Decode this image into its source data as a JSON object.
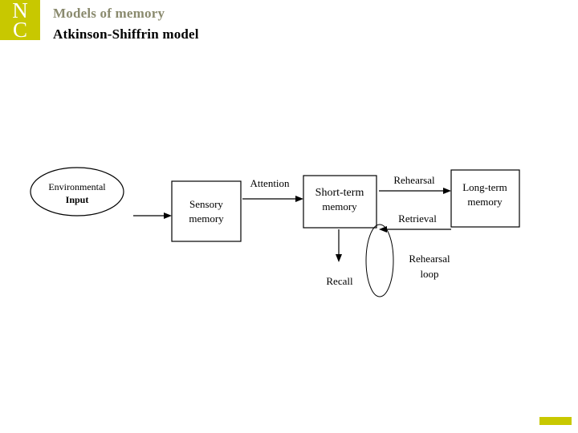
{
  "header": {
    "logo_line1": "N",
    "logo_line2": "C",
    "logo_color": "#c8c800",
    "title": "Models of memory",
    "title_color": "#8a8a6e",
    "subtitle": "Atkinson-Shiffrin model",
    "subtitle_color": "#000000"
  },
  "footer": {
    "accent_color": "#c8c800"
  },
  "diagram": {
    "nodes": {
      "environmental_input_line1": "Environmental",
      "environmental_input_line2": "Input",
      "sensory_memory_line1": "Sensory",
      "sensory_memory_line2": "memory",
      "short_term_line1": "Short-term",
      "short_term_line2": "memory",
      "long_term_line1": "Long-term",
      "long_term_line2": "memory"
    },
    "edges": {
      "attention": "Attention",
      "rehearsal": "Rehearsal",
      "retrieval": "Retrieval",
      "recall": "Recall",
      "rehearsal_loop_line1": "Rehearsal",
      "rehearsal_loop_line2": "loop"
    }
  }
}
